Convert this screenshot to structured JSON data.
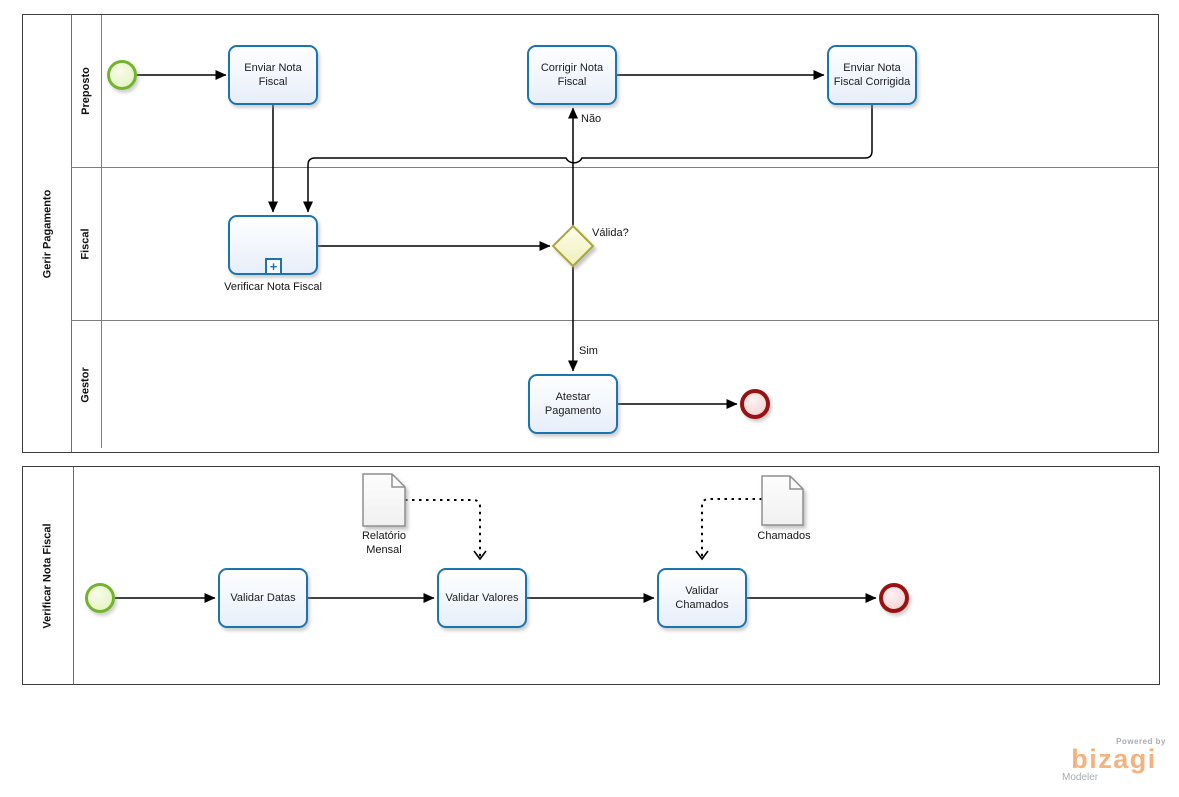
{
  "diagram": {
    "pools": [
      {
        "title": "Gerir Pagamento",
        "lanes": [
          {
            "label": "Preposto"
          },
          {
            "label": "Fiscal"
          },
          {
            "label": "Gestor"
          }
        ],
        "elements": {
          "enviar_nota_fiscal": "Enviar Nota Fiscal",
          "corrigir_nota_fiscal": "Corrigir Nota Fiscal",
          "enviar_nota_fiscal_corrigida": "Enviar Nota Fiscal Corrigida",
          "verificar_nota_fiscal_subprocess": "Verificar Nota Fiscal",
          "valida_gateway": "Válida?",
          "atestar_pagamento": "Atestar Pagamento"
        },
        "flow_labels": {
          "nao": "Não",
          "sim": "Sim"
        }
      },
      {
        "title": "Verificar Nota Fiscal",
        "lanes": [],
        "elements": {
          "validar_datas": "Validar Datas",
          "validar_valores": "Validar Valores",
          "validar_chamados": "Validar Chamados",
          "relatorio_mensal_doc": "Relatório Mensal",
          "chamados_doc": "Chamados"
        }
      }
    ],
    "colors": {
      "task_border": "#1c74ae",
      "task_fill_bottom": "#e6eef9",
      "start_event_border": "#72b42c",
      "start_event_fill": "#eaf6cd",
      "end_event_border": "#9b1111",
      "end_event_fill": "#f6dcdc",
      "gateway_border": "#a9a73b",
      "gateway_fill": "#f6f6cf",
      "document_border": "#8f8f8f",
      "flow_color": "#000000",
      "lane_line": "#7d7d7d",
      "pool_border": "#3d3d3d",
      "brand_orange": "#f4b27c",
      "brand_gray": "#a7adb3"
    }
  },
  "branding": {
    "powered_by": "Powered by",
    "brand": "bizagi",
    "product": "Modeler"
  }
}
